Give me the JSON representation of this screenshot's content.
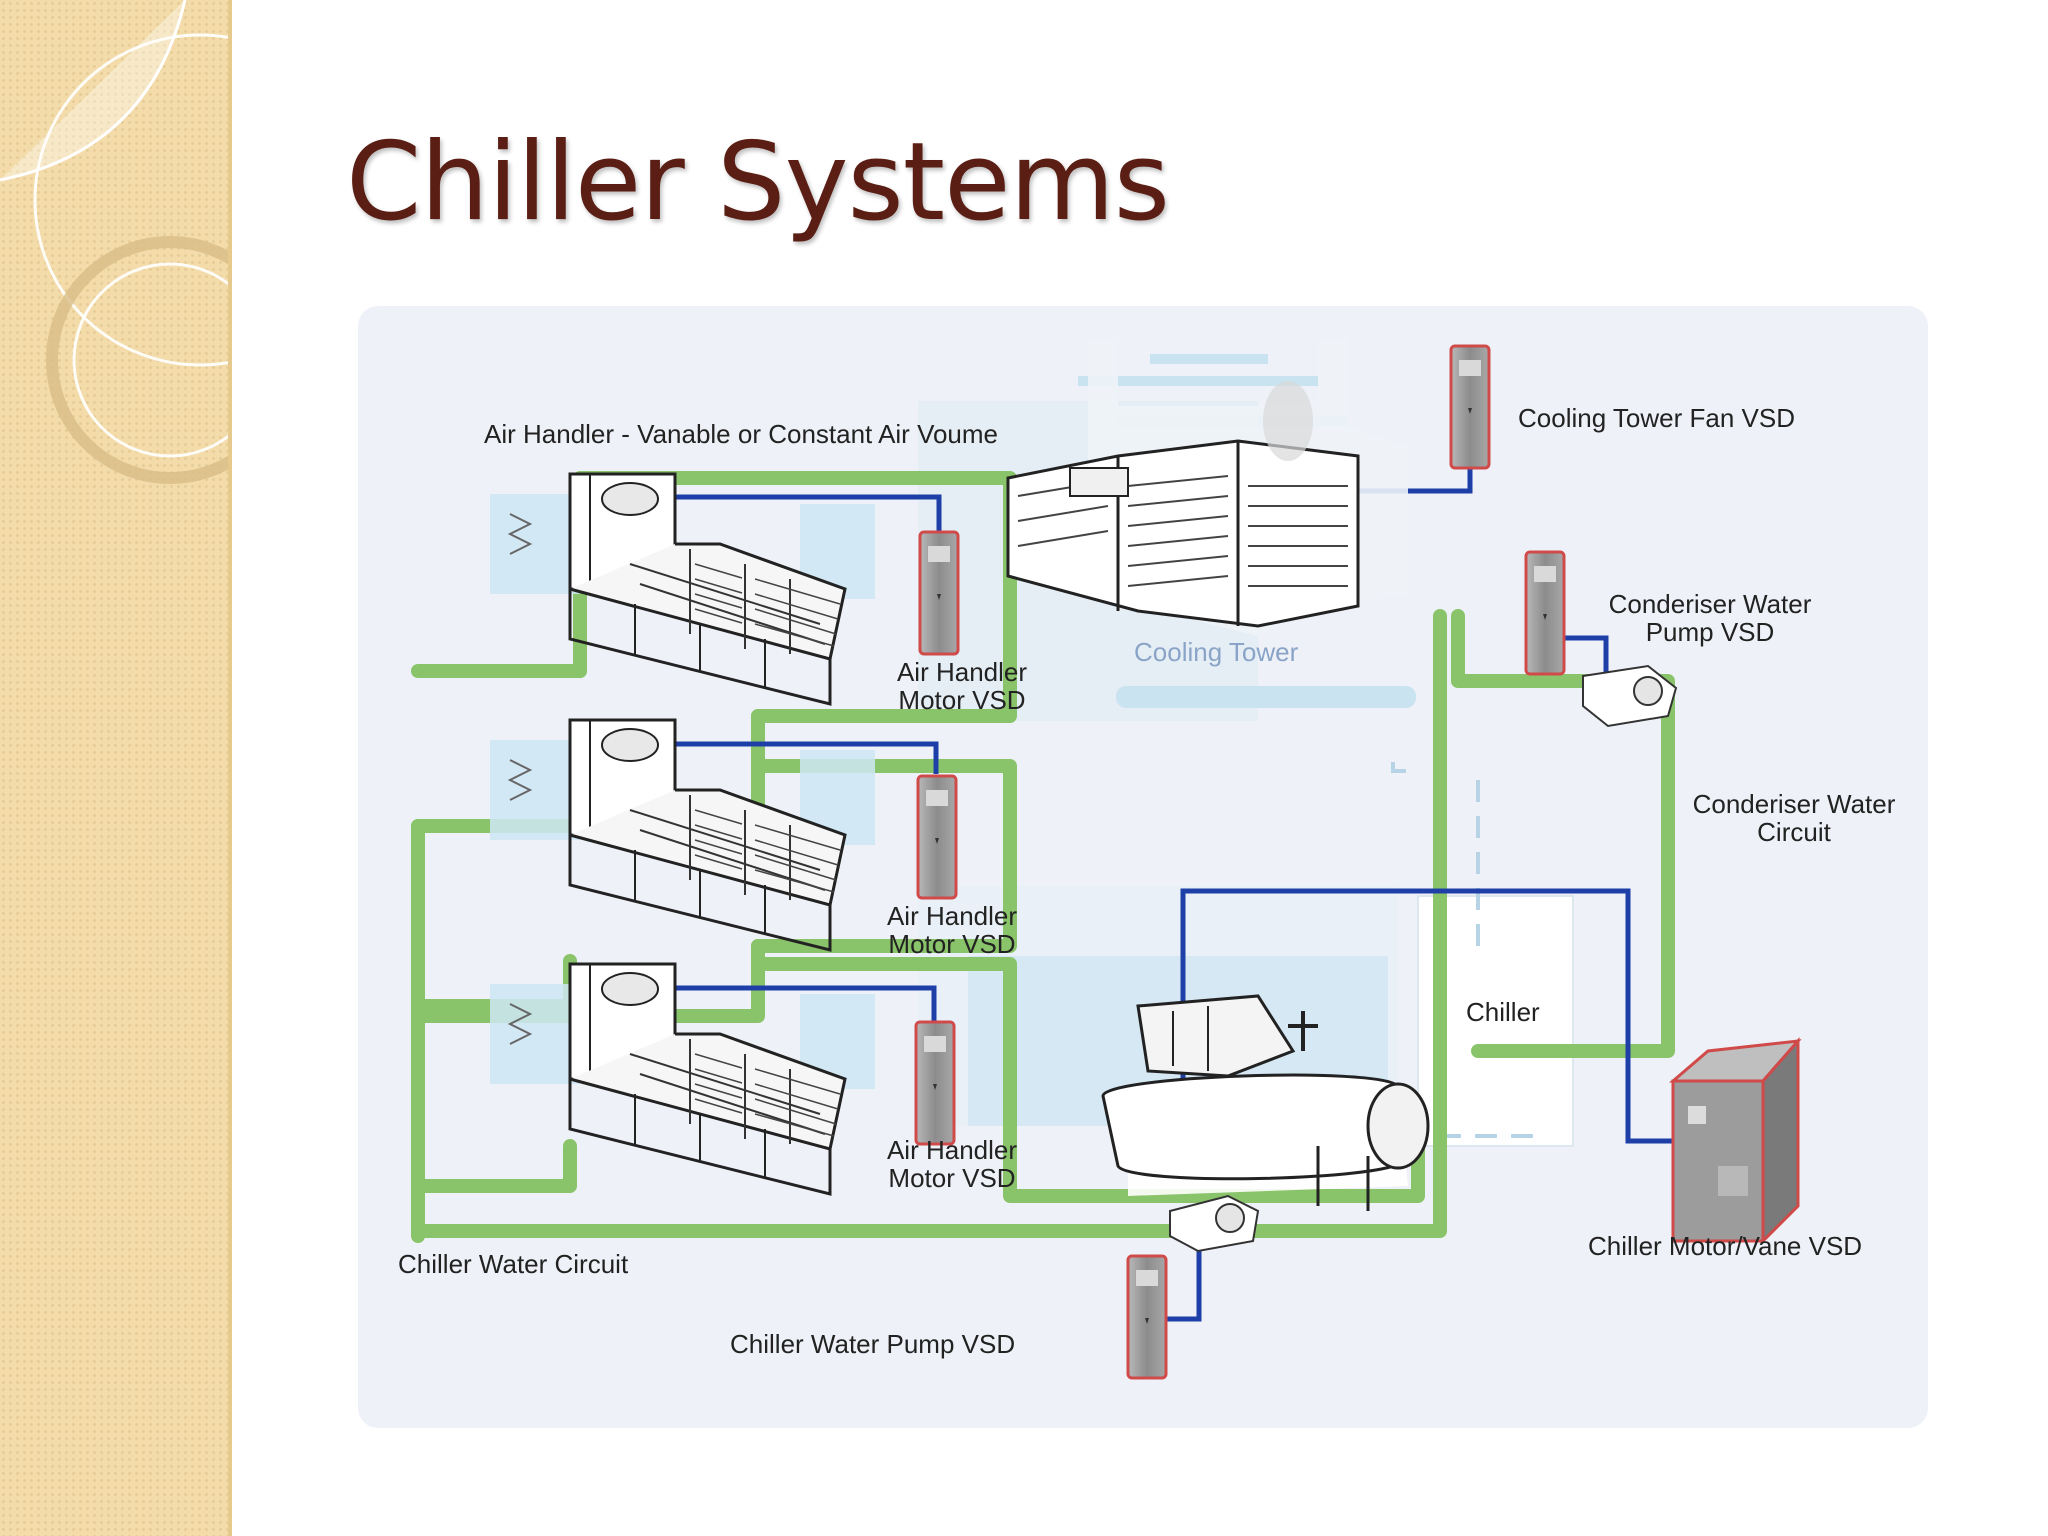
{
  "slide": {
    "title": "Chiller Systems"
  },
  "diagram": {
    "labels": {
      "air_handler_header": "Air Handler - Vanable or Constant Air Voume",
      "air_handler_motor_vsd": [
        "Air Handler\nMotor VSD",
        "Air Handler\nMotor VSD",
        "Air Handler\nMotor VSD"
      ],
      "cooling_tower": "Cooling Tower",
      "cooling_tower_fan_vsd": "Cooling Tower Fan VSD",
      "condenser_pump_vsd": "Conderiser Water\nPump VSD",
      "condenser_circuit": "Conderiser Water\nCircuit",
      "chiller": "Chiller",
      "chiller_motor_vsd": "Chiller Motor/Vane VSD",
      "chiller_water_circuit": "Chiller Water Circuit",
      "chiller_water_pump_vsd": "Chiller Water Pump VSD"
    },
    "colors": {
      "water_pipe": "#8ac46a",
      "control_wire": "#1f3fa8",
      "vsd_body": "#9a9a9a",
      "vsd_edge": "#d04a4a",
      "equipment_fill": "#bfe0f2",
      "title": "#5a1e14"
    }
  }
}
